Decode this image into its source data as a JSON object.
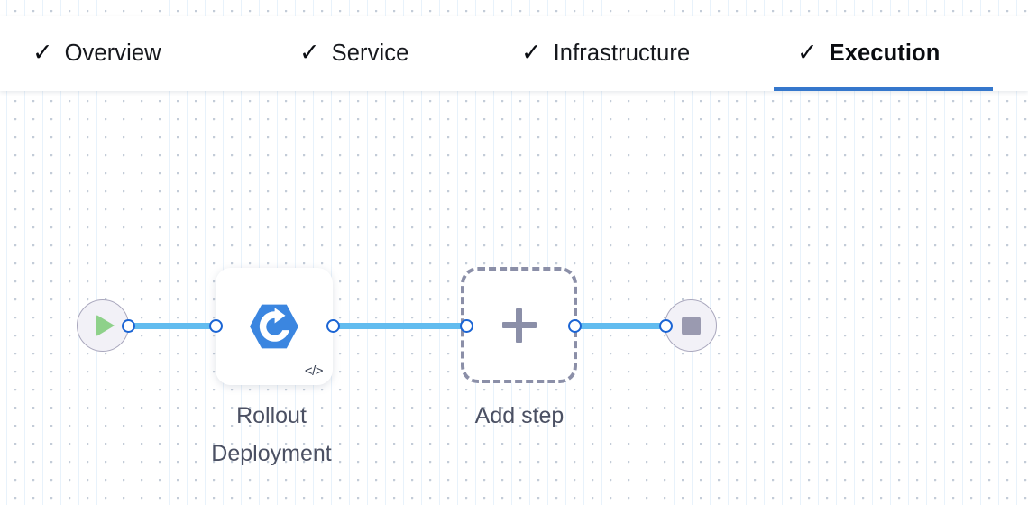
{
  "tabs": [
    {
      "label": "Overview",
      "icon": "check-icon",
      "check": "✓",
      "active": false
    },
    {
      "label": "Service",
      "icon": "check-icon",
      "check": "✓",
      "active": false
    },
    {
      "label": "Infrastructure",
      "icon": "check-icon",
      "check": "✓",
      "active": false
    },
    {
      "label": "Execution",
      "icon": "check-icon",
      "check": "✓",
      "active": true
    }
  ],
  "canvas": {
    "nodes": {
      "start": {
        "name": "start-node",
        "icon": "play-icon",
        "label": ""
      },
      "step": {
        "name": "rollout-deployment-step",
        "icon": "rollout-deployment-icon",
        "badge_icon": "code-icon",
        "badge_glyph": "</>",
        "label": "Rollout\nDeployment"
      },
      "add": {
        "name": "add-step-node",
        "icon": "plus-icon",
        "label": "Add step"
      },
      "end": {
        "name": "end-node",
        "icon": "stop-icon",
        "label": ""
      }
    }
  },
  "colors": {
    "accent_blue": "#3577cc",
    "edge_blue": "#62bcef",
    "handle_blue": "#1a64d4",
    "step_icon_blue": "#3b86e0",
    "play_green": "#8ed18a",
    "stop_gray": "#9a9ab0",
    "dashed_gray": "#8b8fa8",
    "caption_gray": "#4b5063"
  }
}
